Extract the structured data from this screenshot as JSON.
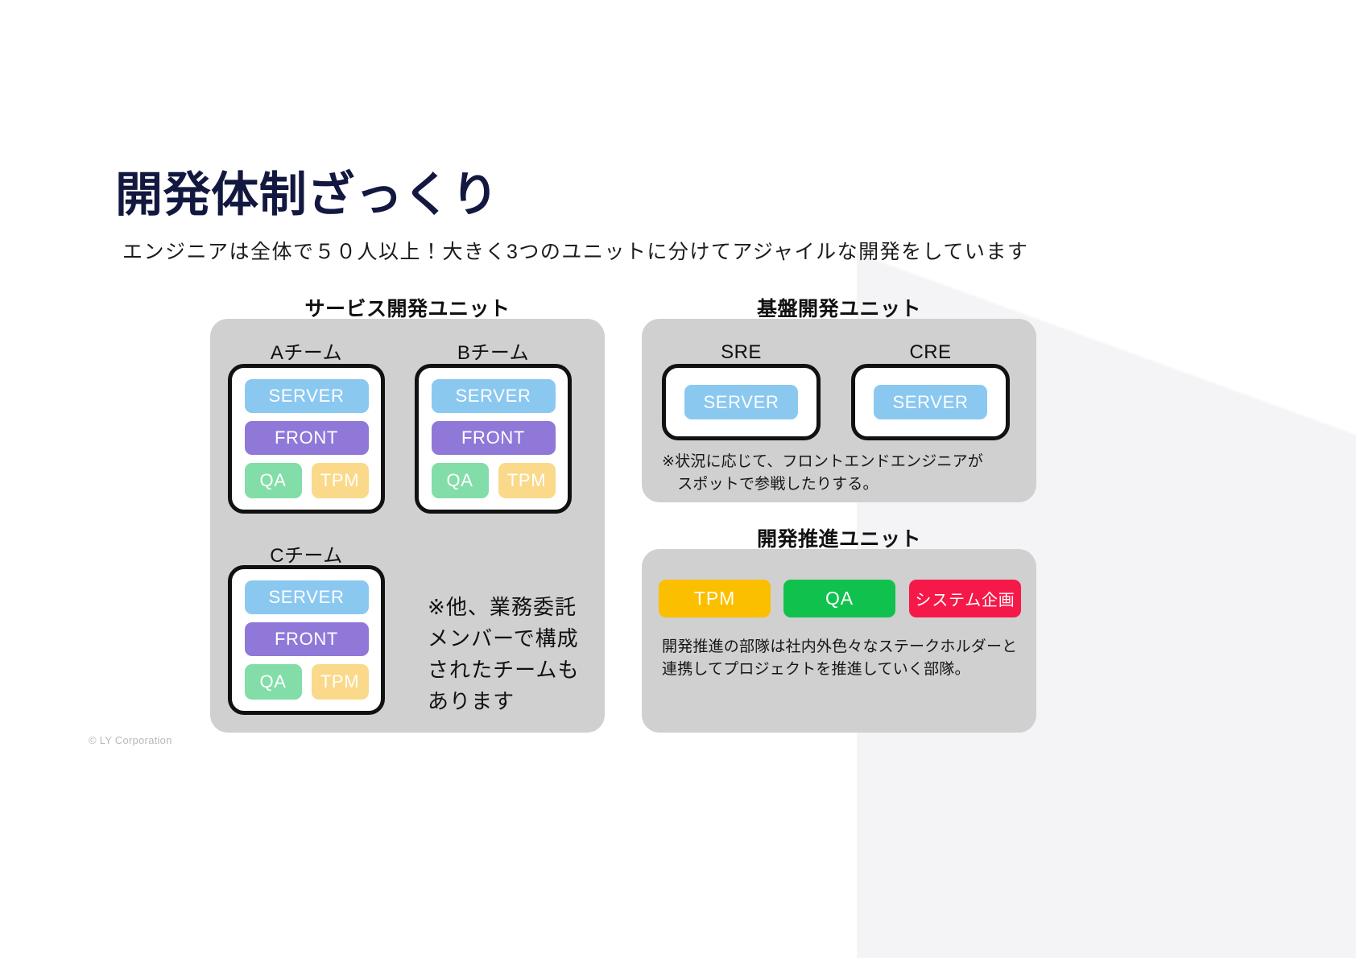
{
  "slide": {
    "title": "開発体制ざっくり",
    "subtitle": "エンジニアは全体で５０人以上！大きく3つのユニットに分けてアジャイルな開発をしています",
    "copyright": "© LY Corporation"
  },
  "colors": {
    "title_navy": "#12183f",
    "panel_gray": "#d0d0d0",
    "card_border": "#111111",
    "server": "#8ac8f0",
    "front": "#9078d8",
    "qa": "#82dda8",
    "tpm": "#fad98a",
    "promo_tpm": "#fbbf00",
    "promo_qa": "#10c24d",
    "promo_plan": "#f5194a",
    "wedge": "#f4f4f6"
  },
  "units": [
    {
      "id": "service",
      "heading": "サービス開発ユニット",
      "teams": [
        {
          "label": "Aチーム",
          "chips_full": [
            {
              "text": "SERVER",
              "color": "#8ac8f0"
            },
            {
              "text": "FRONT",
              "color": "#9078d8"
            }
          ],
          "chips_half": [
            {
              "text": "QA",
              "color": "#82dda8"
            },
            {
              "text": "TPM",
              "color": "#fad98a"
            }
          ]
        },
        {
          "label": "Bチーム",
          "chips_full": [
            {
              "text": "SERVER",
              "color": "#8ac8f0"
            },
            {
              "text": "FRONT",
              "color": "#9078d8"
            }
          ],
          "chips_half": [
            {
              "text": "QA",
              "color": "#82dda8"
            },
            {
              "text": "TPM",
              "color": "#fad98a"
            }
          ]
        },
        {
          "label": "Cチーム",
          "chips_full": [
            {
              "text": "SERVER",
              "color": "#8ac8f0"
            },
            {
              "text": "FRONT",
              "color": "#9078d8"
            }
          ],
          "chips_half": [
            {
              "text": "QA",
              "color": "#82dda8"
            },
            {
              "text": "TPM",
              "color": "#fad98a"
            }
          ]
        }
      ],
      "note": "※他、業務委託\nメンバーで構成\nされたチームも\nあります"
    },
    {
      "id": "platform",
      "heading": "基盤開発ユニット",
      "teams": [
        {
          "label": "SRE",
          "chips_full": [
            {
              "text": "SERVER",
              "color": "#8ac8f0"
            }
          ],
          "chips_half": []
        },
        {
          "label": "CRE",
          "chips_full": [
            {
              "text": "SERVER",
              "color": "#8ac8f0"
            }
          ],
          "chips_half": []
        }
      ],
      "note": "※状況に応じて、フロントエンドエンジニアが\n　スポットで参戦したりする。"
    },
    {
      "id": "promotion",
      "heading": "開発推進ユニット",
      "chips": [
        {
          "text": "TPM",
          "color": "#fbbf00"
        },
        {
          "text": "QA",
          "color": "#10c24d"
        },
        {
          "text": "システム企画",
          "color": "#f5194a"
        }
      ],
      "note": "開発推進の部隊は社内外色々なステークホルダーと\n連携してプロジェクトを推進していく部隊。"
    }
  ]
}
